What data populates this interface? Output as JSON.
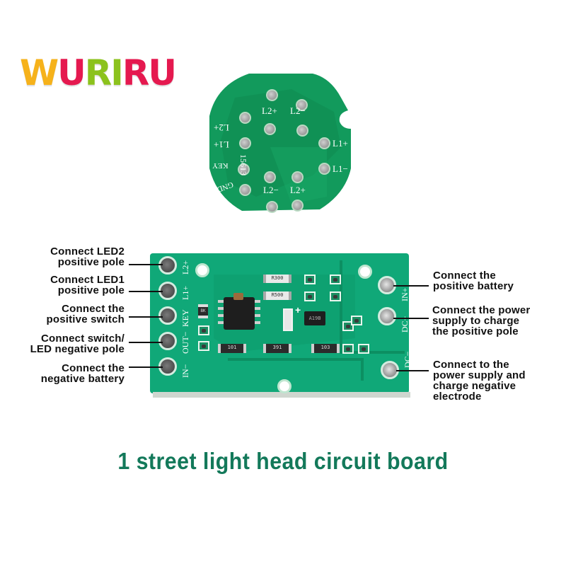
{
  "logo": {
    "text": "WURIRU",
    "letters": [
      {
        "char": "W",
        "color": "#f6b21b"
      },
      {
        "char": "U",
        "color": "#e5194f"
      },
      {
        "char": "R",
        "color": "#8cc21d"
      },
      {
        "char": "I",
        "color": "#8cc21d"
      },
      {
        "char": "R",
        "color": "#e5194f"
      },
      {
        "char": "U",
        "color": "#e5194f"
      }
    ]
  },
  "round_board": {
    "board_color": "#129a5c",
    "silkscreen": {
      "l2_plus_top": "L2+",
      "l2_minus_top": "L2−",
      "l2_plus_left": "L2+",
      "l1_plus_left": "L1+",
      "key": "KEY",
      "gnd": "GND",
      "part_no": "15613",
      "l1_plus_right": "L1+",
      "l1_minus_right": "L1−",
      "l2_minus_bottom": "L2−",
      "l2_plus_bottom": "L2+"
    }
  },
  "rect_board": {
    "board_color": "#10a878",
    "pad_labels_left": [
      "L2+",
      "L1+",
      "KEY",
      "OUT−",
      "IN−"
    ],
    "pad_labels_right": [
      "IN+",
      "DC+",
      "DC−"
    ],
    "components": {
      "r1": "R300",
      "r2": "R500",
      "r3": "101",
      "r4": "391",
      "r5": "103",
      "r6": "8K",
      "transistor": "A19B",
      "polarity": "+"
    }
  },
  "labels_left": [
    {
      "line1": "Connect LED2",
      "line2": "positive pole"
    },
    {
      "line1": "Connect LED1",
      "line2": "positive pole"
    },
    {
      "line1": "Connect the",
      "line2": "positive switch"
    },
    {
      "line1": "Connect switch/",
      "line2": "LED negative pole"
    },
    {
      "line1": "Connect the",
      "line2": "negative battery"
    }
  ],
  "labels_right": [
    {
      "line1": "Connect the",
      "line2": "positive battery"
    },
    {
      "line1": "Connect the power",
      "line2": "supply to charge",
      "line3": "the positive pole"
    },
    {
      "line1": "Connect to the",
      "line2": "power supply and",
      "line3": "charge negative",
      "line4": "electrode"
    }
  ],
  "caption": {
    "text": "1 street light head circuit board",
    "color": "#13795a"
  }
}
